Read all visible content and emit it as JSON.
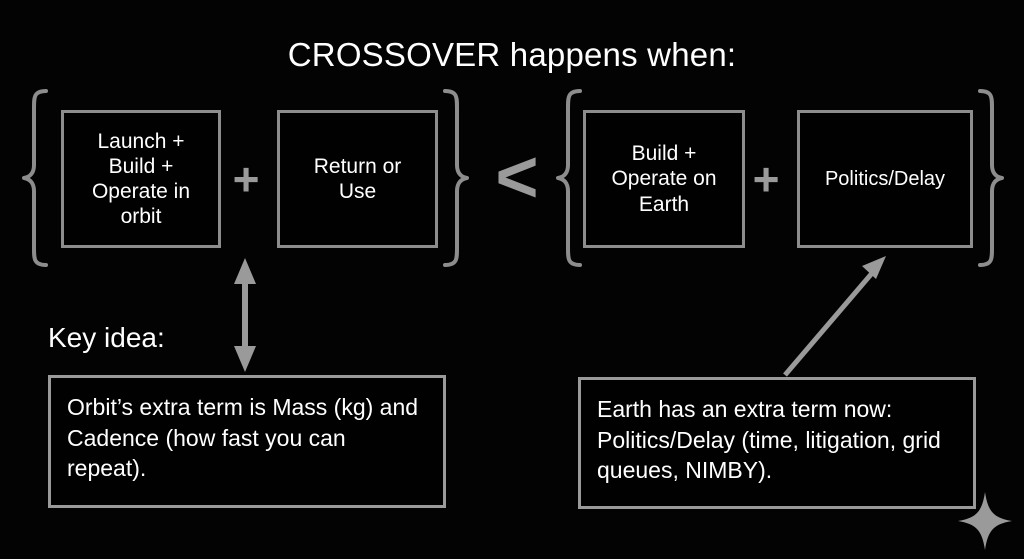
{
  "slide": {
    "title": "CROSSOVER happens when:",
    "background_color": "#030303",
    "text_color": "#ffffff",
    "accent_color": "#9a9a9a",
    "border_color": "#8d8d8d"
  },
  "equation": {
    "left_side": {
      "terms": [
        {
          "label": "Launch +\nBuild +\nOperate in\norbit"
        },
        {
          "label": "Return or\nUse"
        }
      ],
      "operator": "+"
    },
    "comparator": "<",
    "right_side": {
      "terms": [
        {
          "label": "Build +\nOperate on\nEarth"
        },
        {
          "label": "Politics/Delay"
        }
      ],
      "operator": "+"
    }
  },
  "annotations": {
    "key_idea_label": "Key idea:",
    "orbit_note": "Orbit’s extra term is Mass (kg) and Cadence (how fast you can repeat).",
    "earth_note": "Earth has an extra term now: Politics/Delay (time, litigation, grid queues, NIMBY)."
  },
  "decorations": {
    "sparkle": "sparkle-star"
  }
}
